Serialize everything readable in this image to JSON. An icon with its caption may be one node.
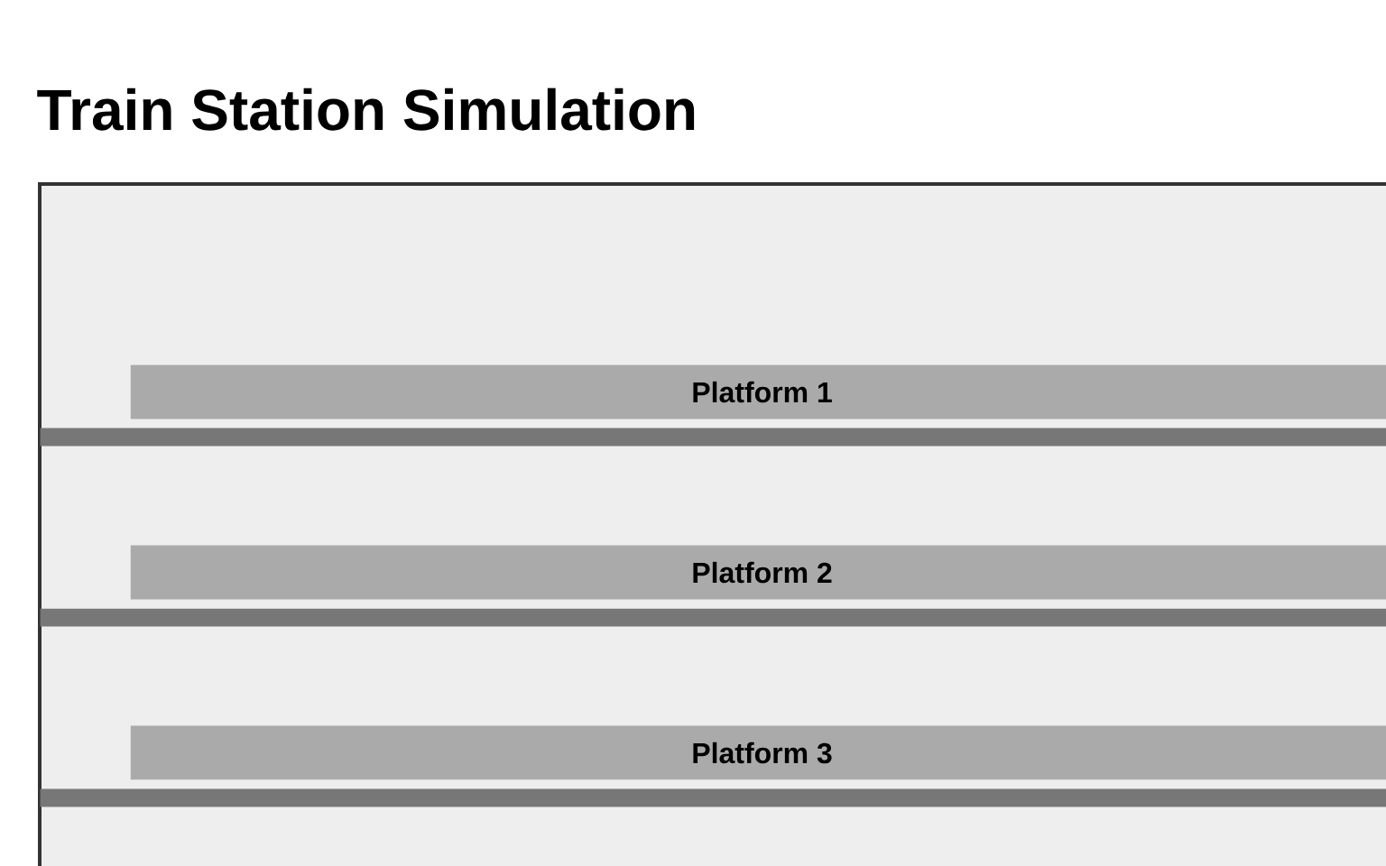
{
  "diagram": {
    "title": "Train Station Simulation",
    "nodes": [
      {
        "text": [],
        "shape": "box"
      },
      {
        "text": [
          "Platform 1"
        ],
        "in": 0
      },
      {
        "text": [],
        "shape": "bar",
        "in": 0
      },
      {
        "text": [
          "Platform 2"
        ],
        "in": 0
      },
      {
        "text": [],
        "shape": "bar",
        "in": 0
      },
      {
        "text": [
          "Platform 3"
        ],
        "in": 0
      },
      {
        "text": [],
        "shape": "bar",
        "in": 0
      }
    ]
  }
}
